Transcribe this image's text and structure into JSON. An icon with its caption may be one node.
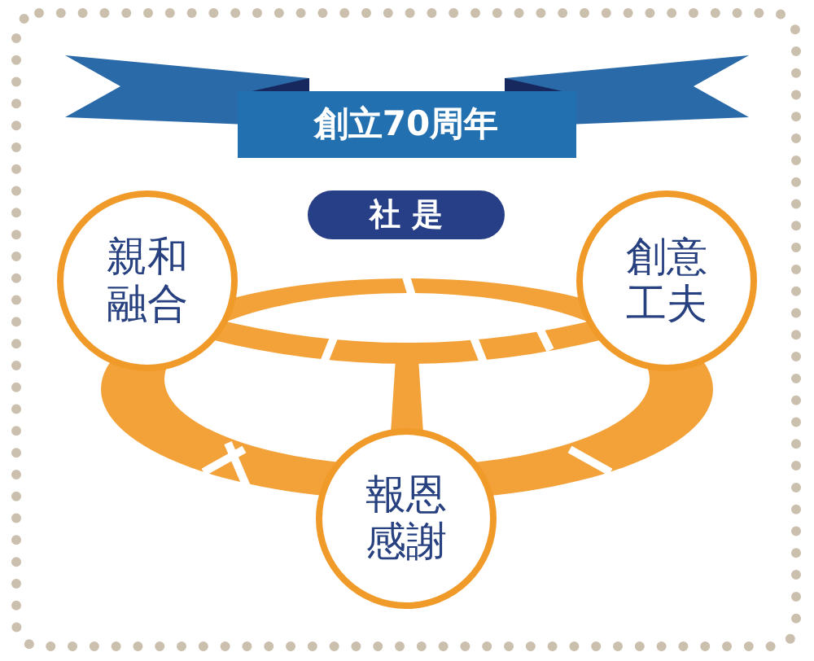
{
  "diagram": {
    "title": "創立70周年",
    "nodes": [
      {
        "text": [
          "社 是"
        ]
      },
      {
        "text": [
          "親和融合"
        ]
      },
      {
        "text": [
          "創意工夫"
        ]
      },
      {
        "text": [
          "報恩感謝"
        ]
      }
    ]
  }
}
